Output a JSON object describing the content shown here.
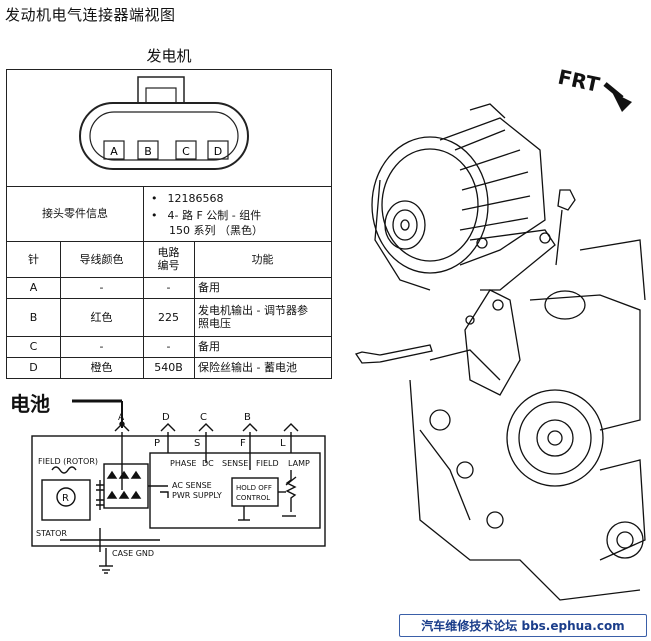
{
  "title": "发动机电气连接器端视图",
  "connector": {
    "heading": "发电机",
    "pins": [
      "A",
      "B",
      "C",
      "D"
    ],
    "info_label": "接头零件信息",
    "info_lines": [
      "12186568",
      "4- 路 F 公制 - 组件",
      "150 系列 （黑色）"
    ],
    "columns": [
      "针",
      "导线颜色",
      "电路编号",
      "功能"
    ],
    "rows": [
      {
        "pin": "A",
        "color": "-",
        "circuit": "-",
        "function": "备用"
      },
      {
        "pin": "B",
        "color": "红色",
        "circuit": "225",
        "function": "发电机输出 - 调节器参照电压"
      },
      {
        "pin": "C",
        "color": "-",
        "circuit": "-",
        "function": "备用"
      },
      {
        "pin": "D",
        "color": "橙色",
        "circuit": "540B",
        "function": "保险丝输出 - 蓄电池"
      }
    ]
  },
  "schematic": {
    "battery_label": "电池",
    "terminal_letters": [
      "A",
      "D",
      "C",
      "B"
    ],
    "terminal_codes": [
      "P",
      "S",
      "F",
      "L"
    ],
    "function_labels": [
      "PHASE",
      "DC",
      "SENSE",
      "FIELD",
      "LAMP"
    ],
    "field_rotor": "FIELD (ROTOR)",
    "ac_sense": "AC SENSE",
    "pwr_supply": "PWR SUPPLY",
    "hold_off": "HOLD OFF",
    "control": "CONTROL",
    "stator": "STATOR",
    "case_gnd": "CASE GND",
    "rotor_symbol": "R"
  },
  "engine": {
    "direction_label": "FRT"
  },
  "watermark": "汽车维修技术论坛 bbs.ephua.com"
}
